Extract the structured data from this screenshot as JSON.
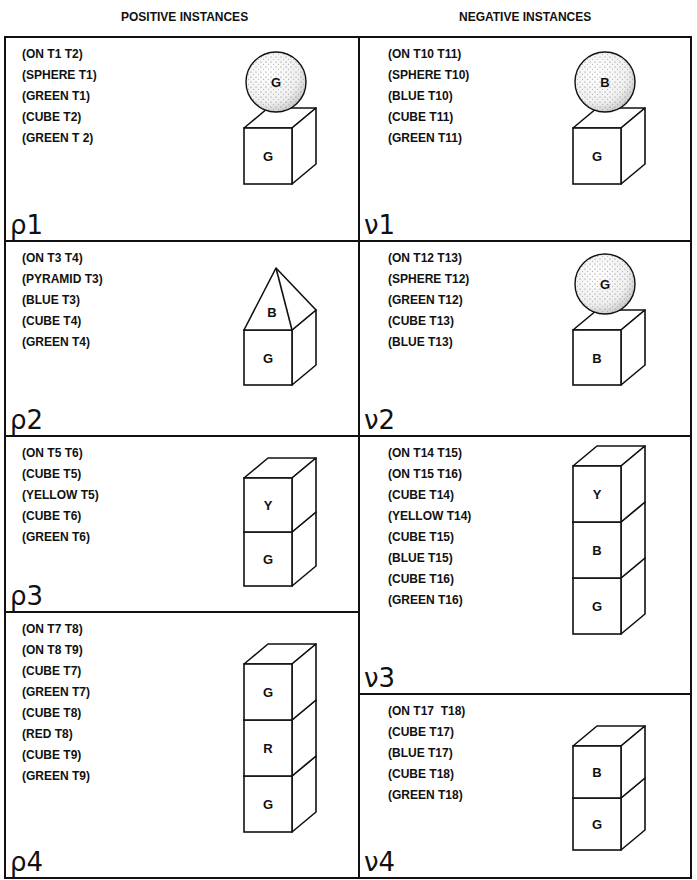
{
  "diagram": {
    "nodes": [
      {
        "text": [
          "(ON T1 T2)",
          "(SPHERE T1)",
          "(GREEN T1)",
          "(CUBE T2)",
          "(GREEN T 2)",
          "ρ1"
        ]
      },
      {
        "text": [
          "G"
        ],
        "in": 0
      },
      {
        "text": [
          "G"
        ],
        "in": 0
      },
      {
        "text": [
          "(ON T10 T11)",
          "(SPHERE T10)",
          "(BLUE T10)",
          "(CUBE T11)",
          "(GREEN T11)",
          "ν1"
        ]
      },
      {
        "text": [
          "B"
        ],
        "in": 3
      },
      {
        "text": [
          "G"
        ],
        "in": 3
      },
      {
        "text": [
          "(ON T3 T4)",
          "(PYRAMID T3)",
          "(BLUE T3)",
          "(CUBE T4)",
          "(GREEN T4)",
          "ρ2"
        ]
      },
      {
        "text": [
          "B"
        ],
        "in": 6
      },
      {
        "text": [
          "G"
        ],
        "in": 6
      },
      {
        "text": [
          "(ON T12 T13)",
          "(SPHERE T12)",
          "(GREEN T12)",
          "(CUBE T13)",
          "(BLUE T13)",
          "ν2"
        ]
      },
      {
        "text": [
          "G"
        ],
        "in": 9
      },
      {
        "text": [
          "B"
        ],
        "in": 9
      },
      {
        "text": [
          "(ON T5 T6)",
          "(CUBE T5)",
          "(YELLOW T5)",
          "(CUBE T6)",
          "(GREEN T6)",
          "ρ3"
        ]
      },
      {
        "text": [
          "Y"
        ],
        "in": 12
      },
      {
        "text": [
          "G"
        ],
        "in": 12
      },
      {
        "text": [
          "(ON T14 T15)",
          "(ON T15 T16)",
          "(CUBE T14)",
          "(YELLOW T14)",
          "(CUBE T15)",
          "(BLUE T15)",
          "(CUBE T16)",
          "(GREEN T16)",
          "ν3"
        ]
      },
      {
        "text": [
          "Y"
        ],
        "in": 15
      },
      {
        "text": [
          "B"
        ],
        "in": 15
      },
      {
        "text": [
          "G"
        ],
        "in": 15
      },
      {
        "text": [
          "(ON T7 T8)",
          "(ON T8 T9)",
          "(CUBE T7)",
          "(GREEN T7)",
          "(CUBE T8)",
          "(RED T8)",
          "(CUBE T9)",
          "(GREEN T9)",
          "ρ4"
        ]
      },
      {
        "text": [
          "G"
        ],
        "in": 19
      },
      {
        "text": [
          "R"
        ],
        "in": 19
      },
      {
        "text": [
          "G"
        ],
        "in": 19
      },
      {
        "text": [
          "(ON T17  T18)",
          "(CUBE T17)",
          "(BLUE T17)",
          "(CUBE T18)",
          "(GREEN T18)",
          "ν4"
        ]
      },
      {
        "text": [
          "B"
        ],
        "in": 23
      },
      {
        "text": [
          "G"
        ],
        "in": 23
      }
    ],
    "labels": [
      "POSITIVE INSTANCES",
      "NEGATIVE INSTANCES"
    ]
  }
}
